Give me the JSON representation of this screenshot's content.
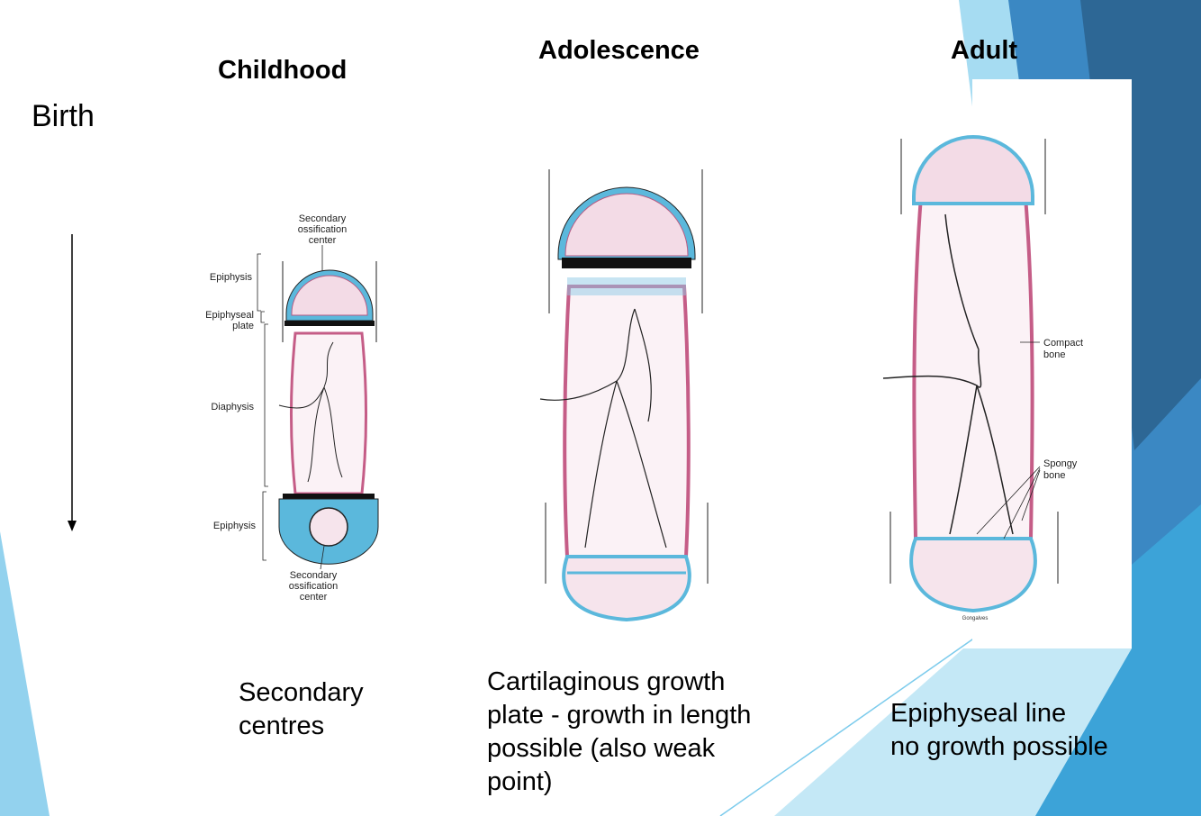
{
  "stages": [
    {
      "title": "Childhood",
      "caption": "Secondary\n centres"
    },
    {
      "title": "Adolescence",
      "caption": "Cartilaginous growth\nplate - growth in length\npossible (also weak\npoint)"
    },
    {
      "title": "Adult",
      "caption": "Epiphyseal line\nno growth possible"
    }
  ],
  "birth_label": "Birth",
  "childhood_labels": {
    "secondary_top": [
      "Secondary",
      "ossification",
      "center"
    ],
    "epiphysis_top": "Epiphysis",
    "plate": [
      "Epiphyseal",
      "plate"
    ],
    "diaphysis": "Diaphysis",
    "epiphysis_bottom": "Epiphysis",
    "secondary_bottom": [
      "Secondary",
      "ossification",
      "center"
    ]
  },
  "adult_labels": {
    "compact": [
      "Compact",
      "bone"
    ],
    "spongy": [
      "Spongy",
      "bone"
    ],
    "signature": "Gongalves"
  },
  "colors": {
    "cartilage_blue": "#5bb8dc",
    "bone_pink": "#e7a5c0",
    "deco_dark": "#2e6a96",
    "deco_mid": "#3a8fc8",
    "deco_light": "#9fd6ef"
  }
}
